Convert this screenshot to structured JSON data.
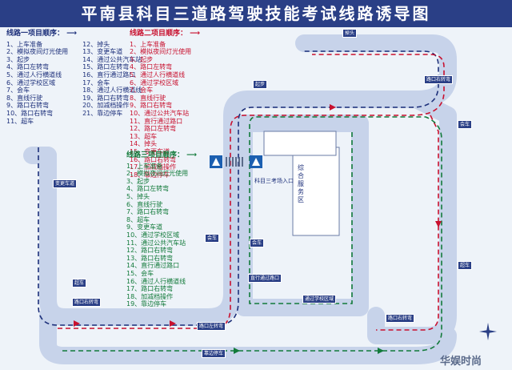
{
  "title": "平南县科目三道路驾驶技能考试线路诱导图",
  "route1": {
    "heading": "线路一项目顺序：",
    "items": [
      "1、上车准备",
      "2、模拟夜间灯光使用",
      "3、起步",
      "4、路口左转弯",
      "5、通过人行横道线",
      "6、通过学校区域",
      "7、会车",
      "8、直线行驶",
      "9、路口右转弯",
      "10、路口右转弯",
      "11、超车",
      "12、掉头",
      "13、变更车道",
      "14、通过公共汽车站",
      "15、路口左转弯",
      "16、直行通过路口",
      "17、会车",
      "18、通过人行横道线",
      "19、路口右转弯",
      "20、加减档操作",
      "21、靠边停车"
    ]
  },
  "route2": {
    "heading": "线路二项目顺序：",
    "items": [
      "1、上车准备",
      "2、模拟夜间灯光使用",
      "3、起步",
      "4、路口左转弯",
      "5、通过人行横道线",
      "6、通过学校区域",
      "7、会车",
      "8、直线行驶",
      "9、路口右转弯",
      "10、通过公共汽车站",
      "11、直行通过路口",
      "12、路口左转弯",
      "13、超车",
      "14、掉头",
      "15、变更车道",
      "16、路口右转弯",
      "17、加减档操作",
      "18、靠边停车"
    ]
  },
  "route3": {
    "heading": "线路三项目顺序：",
    "items": [
      "1、上车准备",
      "2、模拟夜间灯光使用",
      "3、起步",
      "4、路口左转弯",
      "5、掉头",
      "6、直线行驶",
      "7、路口右转弯",
      "8、超车",
      "9、变更车道",
      "10、通过学校区域",
      "11、通过公共汽车站",
      "12、路口右转弯",
      "13、路口右转弯",
      "14、直行通过路口",
      "15、会车",
      "16、通过人行横道线",
      "17、路口右转弯",
      "18、加减档操作",
      "19、靠边停车"
    ]
  },
  "map": {
    "area_label": "综合服务区",
    "entrance_label": "科目三考场入口",
    "signs": [
      "会车",
      "会车",
      "会车",
      "超车",
      "超车",
      "变更车道",
      "掉头",
      "路口右转弯",
      "路口左转弯",
      "路口右转弯",
      "路口右转弯",
      "靠边停车",
      "通过学校区域",
      "直行通过路口",
      "起步"
    ]
  },
  "watermark": "华娱时尚",
  "colors": {
    "route1": "#1c2f7a",
    "route2": "#c8102e",
    "route3": "#127a3a",
    "road": "#9aa7c4",
    "header": "#2a3f86"
  }
}
